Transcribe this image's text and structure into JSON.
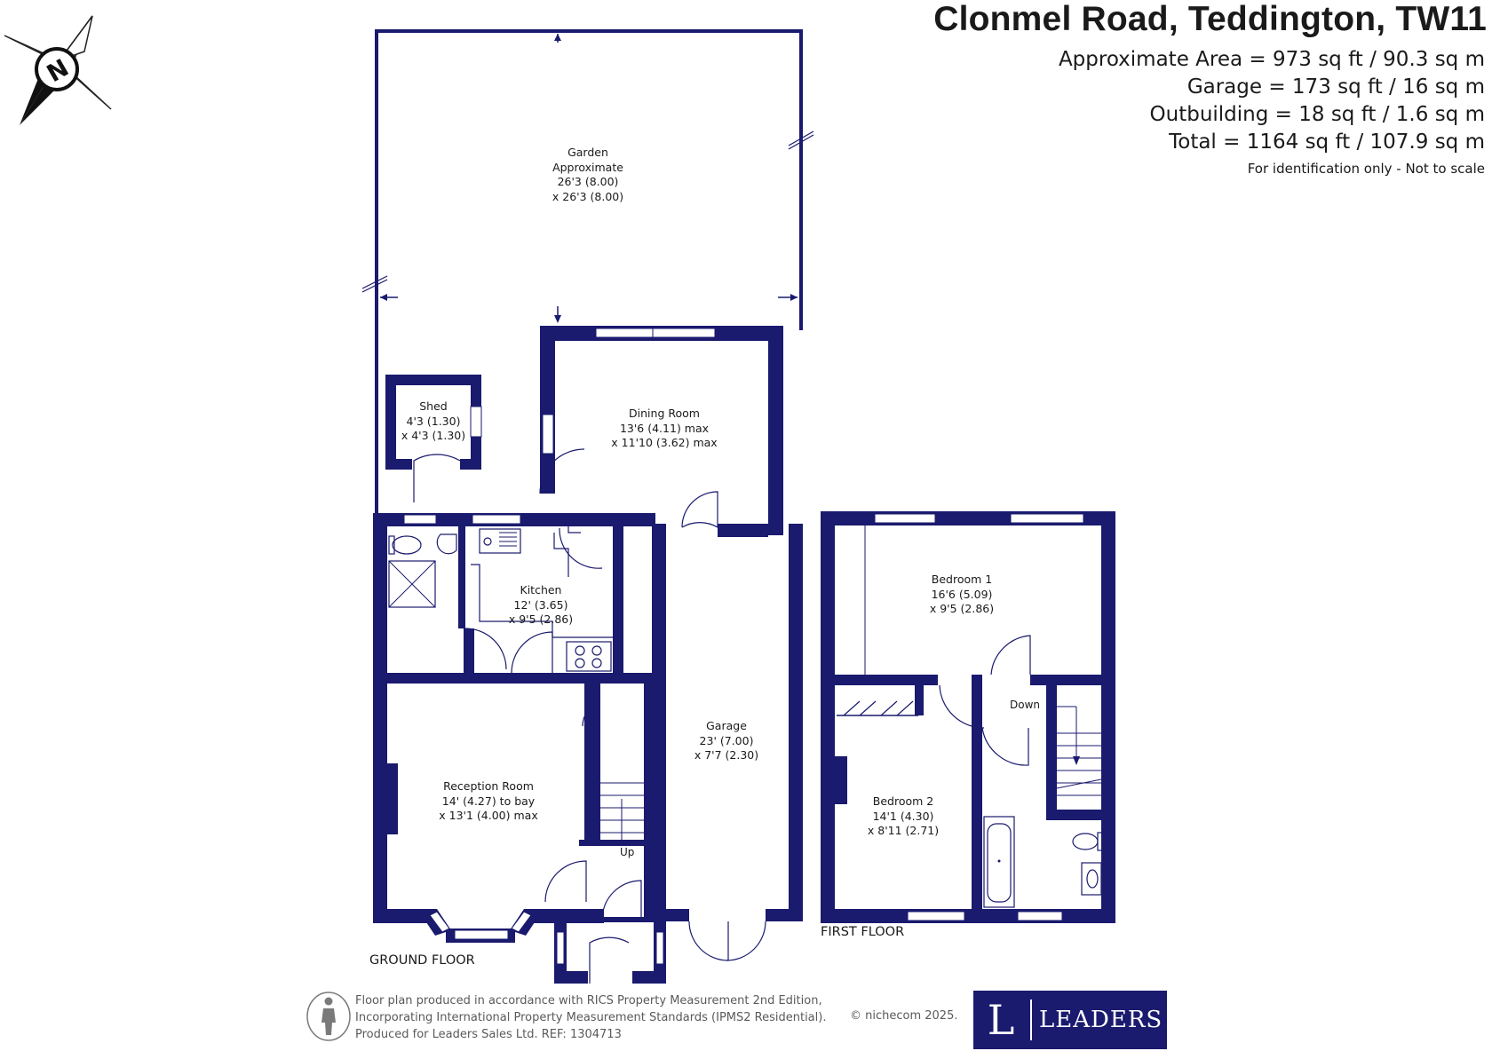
{
  "header": {
    "title": "Clonmel Road, Teddington, TW11",
    "areas": [
      "Approximate Area = 973 sq ft / 90.3 sq m",
      "Garage = 173 sq ft / 16 sq m",
      "Outbuilding = 18 sq ft / 1.6 sq m",
      "Total = 1164 sq ft / 107.9 sq m"
    ],
    "note": "For identification only - Not to scale"
  },
  "compass": {
    "label": "N",
    "icon": "north-compass-icon"
  },
  "rooms": {
    "garden": [
      "Garden",
      "Approximate",
      "26'3 (8.00)",
      "x 26'3 (8.00)"
    ],
    "shed": [
      "Shed",
      "4'3 (1.30)",
      "x 4'3 (1.30)"
    ],
    "dining": [
      "Dining Room",
      "13'6 (4.11) max",
      "x 11'10 (3.62) max"
    ],
    "kitchen": [
      "Kitchen",
      "12' (3.65)",
      "x 9'5 (2.86)"
    ],
    "garage": [
      "Garage",
      "23' (7.00)",
      "x 7'7 (2.30)"
    ],
    "reception": [
      "Reception Room",
      "14' (4.27) to bay",
      "x 13'1 (4.00) max"
    ],
    "bedroom1": [
      "Bedroom 1",
      "16'6 (5.09)",
      "x 9'5 (2.86)"
    ],
    "bedroom2": [
      "Bedroom 2",
      "14'1 (4.30)",
      "x 8'11 (2.71)"
    ]
  },
  "labels": {
    "up": "Up",
    "down": "Down",
    "ground_floor": "GROUND FLOOR",
    "first_floor": "FIRST FLOOR"
  },
  "footer": {
    "lines": [
      "Floor plan produced in accordance with RICS Property Measurement 2nd Edition,",
      "Incorporating International Property Measurement Standards (IPMS2 Residential).",
      "Produced for Leaders Sales Ltd.   REF:  1304713"
    ],
    "copyright": "© nichecom 2025.",
    "logo_letter": "L",
    "logo_name": "LEADERS"
  },
  "colors": {
    "wall": "#1a1a6e",
    "logo_bg": "#1a1a6e"
  }
}
